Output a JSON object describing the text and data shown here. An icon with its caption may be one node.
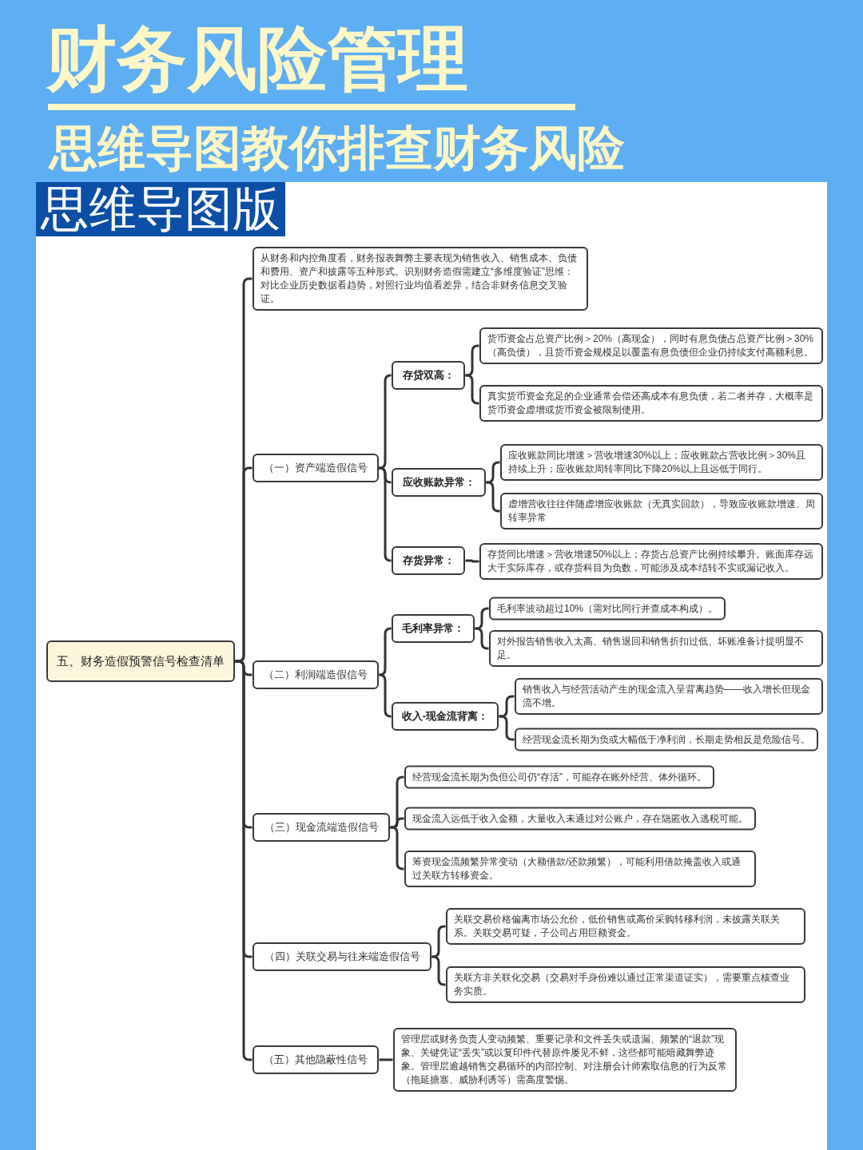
{
  "diagram": {
    "title": "财务风险管理",
    "nodes": [
      {
        "text": [
          "五、财务造假预警信号检查清单"
        ]
      },
      {
        "text": [
          "从财务和内控角度看，财务报表舞弊主要表现为销售收入、销售成本、负债和费用、资产和披露等五种形式。识别财务造假需建立“多维度验证”思维：对比企业历史数据看趋势，对照行业均值看差异，结合非财务信息交叉验证。"
        ]
      },
      {
        "text": [
          "（一）资产端造假信号"
        ]
      },
      {
        "text": [
          "存贷双高："
        ]
      },
      {
        "text": [
          "货币资金占总资产比例＞20%（高现金），同时有息负债占总资产比例＞30%（高负债），且货币资金规模足以覆盖有息负债但企业仍持续支付高额利息。"
        ]
      },
      {
        "text": [
          "真实货币资金充足的企业通常会偿还高成本有息负债，若二者并存，大概率是货币资金虚增或货币资金被限制使用。"
        ]
      },
      {
        "text": [
          "应收账款异常："
        ]
      },
      {
        "text": [
          "应收账款同比增速＞营收增速30%以上；应收账款占营收比例＞30%且持续上升；应收账款周转率同比下降20%以上且远低于同行。"
        ]
      },
      {
        "text": [
          "虚增营收往往伴随虚增应收账款（无真实回款），导致应收账款增速、周转率异常"
        ]
      },
      {
        "text": [
          "存货异常："
        ]
      },
      {
        "text": [
          "存货同比增速＞营收增速50%以上；存货占总资产比例持续攀升。账面库存远大于实际库存，或存货科目为负数，可能涉及成本结转不实或漏记收入。"
        ]
      },
      {
        "text": [
          "（二）利润端造假信号"
        ]
      },
      {
        "text": [
          "毛利率异常："
        ]
      },
      {
        "text": [
          "毛利率波动超过10%（需对比同行并查成本构成）。"
        ]
      },
      {
        "text": [
          "对外报告销售收入太高、销售退回和销售折扣过低、坏账准备计提明显不足。"
        ]
      },
      {
        "text": [
          "收入-现金流背离："
        ]
      },
      {
        "text": [
          "销售收入与经营活动产生的现金流入呈背离趋势——收入增长但现金流不增。"
        ]
      },
      {
        "text": [
          "经营现金流长期为负或大幅低于净利润，长期走势相反是危险信号。"
        ]
      },
      {
        "text": [
          "（三）现金流端造假信号"
        ]
      },
      {
        "text": [
          "经营现金流长期为负但公司仍“存活”，可能存在账外经营、体外循环。"
        ]
      },
      {
        "text": [
          "现金流入远低于收入金额，大量收入未通过对公账户，存在隐匿收入逃税可能。"
        ]
      },
      {
        "text": [
          "筹资现金流频繁异常变动（大额借款/还款频繁），可能利用借款掩盖收入或通过关联方转移资金。"
        ]
      },
      {
        "text": [
          "（四）关联交易与往来端造假信号"
        ]
      },
      {
        "text": [
          "关联交易价格偏离市场公允价，低价销售或高价采购转移利润，未披露关联关系。关联交易可疑，子公司占用巨额资金。"
        ]
      },
      {
        "text": [
          "关联方非关联化交易（交易对手身份难以通过正常渠道证实），需要重点核查业务实质。"
        ]
      },
      {
        "text": [
          "（五）其他隐蔽性信号"
        ]
      },
      {
        "text": [
          "管理层或财务负责人变动频繁、重要记录和文件丢失或遗漏、频繁的“退款”现象、关键凭证“丢失”或以复印件代替原件屡见不鲜，这些都可能暗藏舞弊迹象。管理层逾越销售交易循环的内部控制、对注册会计师索取信息的行为反常（拖延搪塞、威胁利诱等）需高度警惕。"
        ]
      }
    ],
    "edges": [
      {
        "from": 0,
        "to": 1,
        "arrow": "none"
      },
      {
        "from": 0,
        "to": 2,
        "arrow": "none"
      },
      {
        "from": 2,
        "to": 3,
        "arrow": "none"
      },
      {
        "from": 3,
        "to": 4,
        "arrow": "none"
      },
      {
        "from": 3,
        "to": 5,
        "arrow": "none"
      },
      {
        "from": 2,
        "to": 6,
        "arrow": "none"
      },
      {
        "from": 6,
        "to": 7,
        "arrow": "none"
      },
      {
        "from": 6,
        "to": 8,
        "arrow": "none"
      },
      {
        "from": 2,
        "to": 9,
        "arrow": "none"
      },
      {
        "from": 9,
        "to": 10,
        "arrow": "none"
      },
      {
        "from": 0,
        "to": 11,
        "arrow": "none"
      },
      {
        "from": 11,
        "to": 12,
        "arrow": "none"
      },
      {
        "from": 12,
        "to": 13,
        "arrow": "none"
      },
      {
        "from": 12,
        "to": 14,
        "arrow": "none"
      },
      {
        "from": 11,
        "to": 15,
        "arrow": "none"
      },
      {
        "from": 15,
        "to": 16,
        "arrow": "none"
      },
      {
        "from": 15,
        "to": 17,
        "arrow": "none"
      },
      {
        "from": 0,
        "to": 18,
        "arrow": "none"
      },
      {
        "from": 18,
        "to": 19,
        "arrow": "none"
      },
      {
        "from": 18,
        "to": 20,
        "arrow": "none"
      },
      {
        "from": 18,
        "to": 21,
        "arrow": "none"
      },
      {
        "from": 0,
        "to": 22,
        "arrow": "none"
      },
      {
        "from": 22,
        "to": 23,
        "arrow": "none"
      },
      {
        "from": 22,
        "to": 24,
        "arrow": "none"
      },
      {
        "from": 0,
        "to": 25,
        "arrow": "none"
      },
      {
        "from": 25,
        "to": 26,
        "arrow": "none"
      }
    ],
    "labels": [
      "思维导图教你排查财务风险",
      "思维导图版"
    ]
  }
}
